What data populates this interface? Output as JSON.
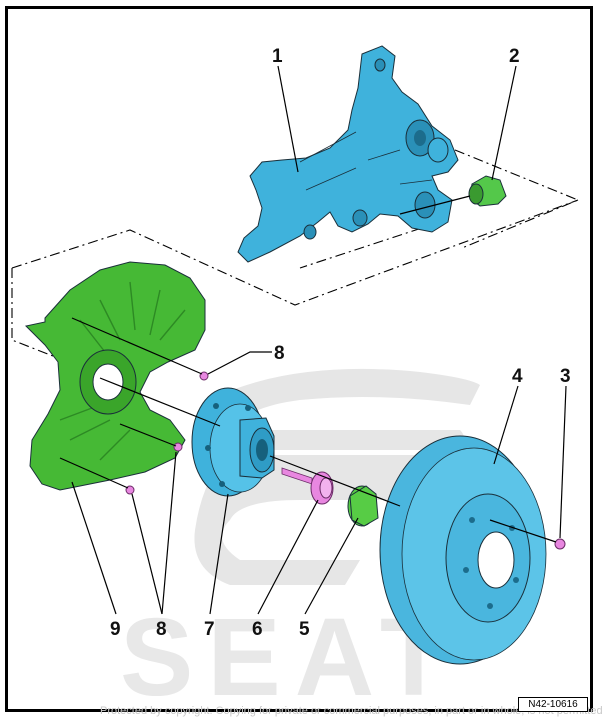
{
  "figure_ref": "N42-10616",
  "copyright_text": "Protected by copyright. Copying for private or commercial purposes, in part or in whole, is not permitted",
  "callouts": {
    "c1": "1",
    "c2": "2",
    "c3": "3",
    "c4": "4",
    "c5": "5",
    "c6": "6",
    "c7": "7",
    "c8a": "8",
    "c8b": "8",
    "c9": "9"
  },
  "colors": {
    "knuckle": "#3fb2dc",
    "bushing": "#54c84a",
    "splash_shield": "#46b935",
    "hub": "#3fb2dc",
    "disc": "#4ab6de",
    "bolt": "#e887e0",
    "screw": "#e887e0",
    "cap": "#57cc45",
    "outline": "#1a2f3a",
    "watermark": "#e6e6e6"
  },
  "icons": {
    "knuckle": "wheel-bearing-housing-icon",
    "bushing": "bushing-icon",
    "shield": "splash-shield-icon",
    "hub": "wheel-hub-icon",
    "disc": "brake-disc-icon",
    "bolt": "hub-bolt-icon",
    "cap": "cap-icon",
    "screw": "screw-icon"
  }
}
